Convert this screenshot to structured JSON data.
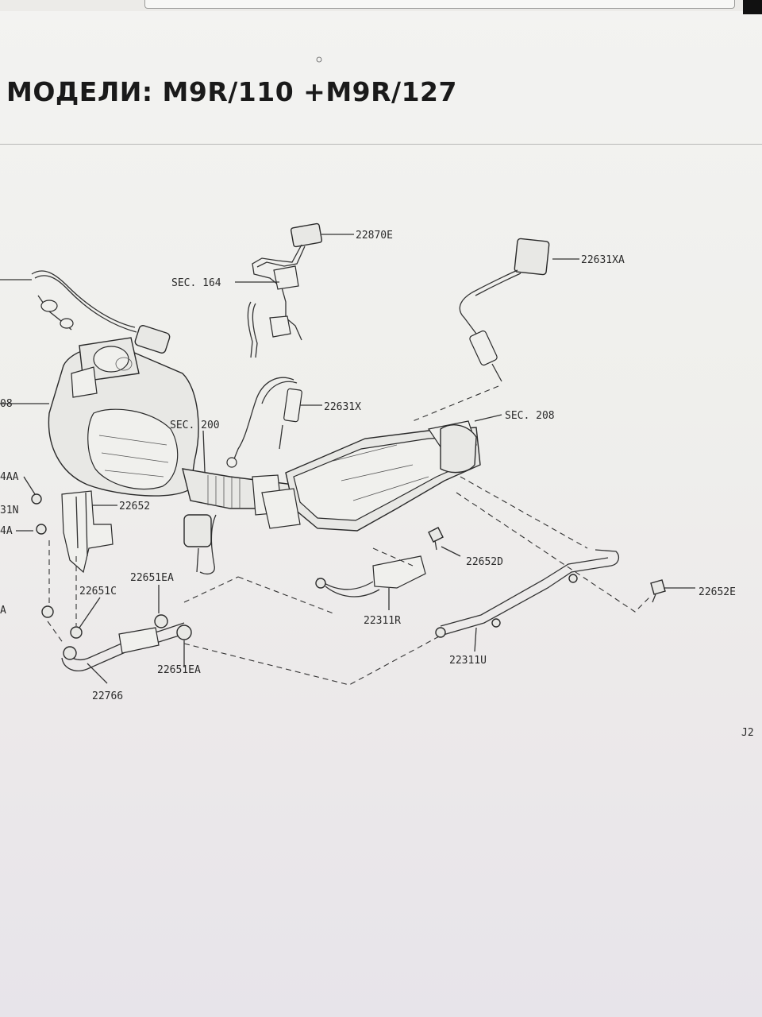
{
  "header": {
    "title": "МОДЕЛИ: M9R/110 +M9R/127"
  },
  "labels": {
    "p22870E": "22870E",
    "p22631XA": "22631XA",
    "sec164": "SEC. 164",
    "p22631X": "22631X",
    "sec208": "SEC. 208",
    "sec200": "SEC. 200",
    "p22652": "22652",
    "p22652D": "22652D",
    "p22652E": "22652E",
    "p22311R": "22311R",
    "p22311U": "22311U",
    "p22651EA": "22651EA",
    "p22651C": "22651C",
    "p22651EA_b": "22651EA",
    "p22766": "22766",
    "cut_08": "08",
    "cut_4AA": "4AA",
    "cut_31N": "31N",
    "cut_4A": "4A",
    "cut_A": "A",
    "cut_J2": "J2"
  }
}
